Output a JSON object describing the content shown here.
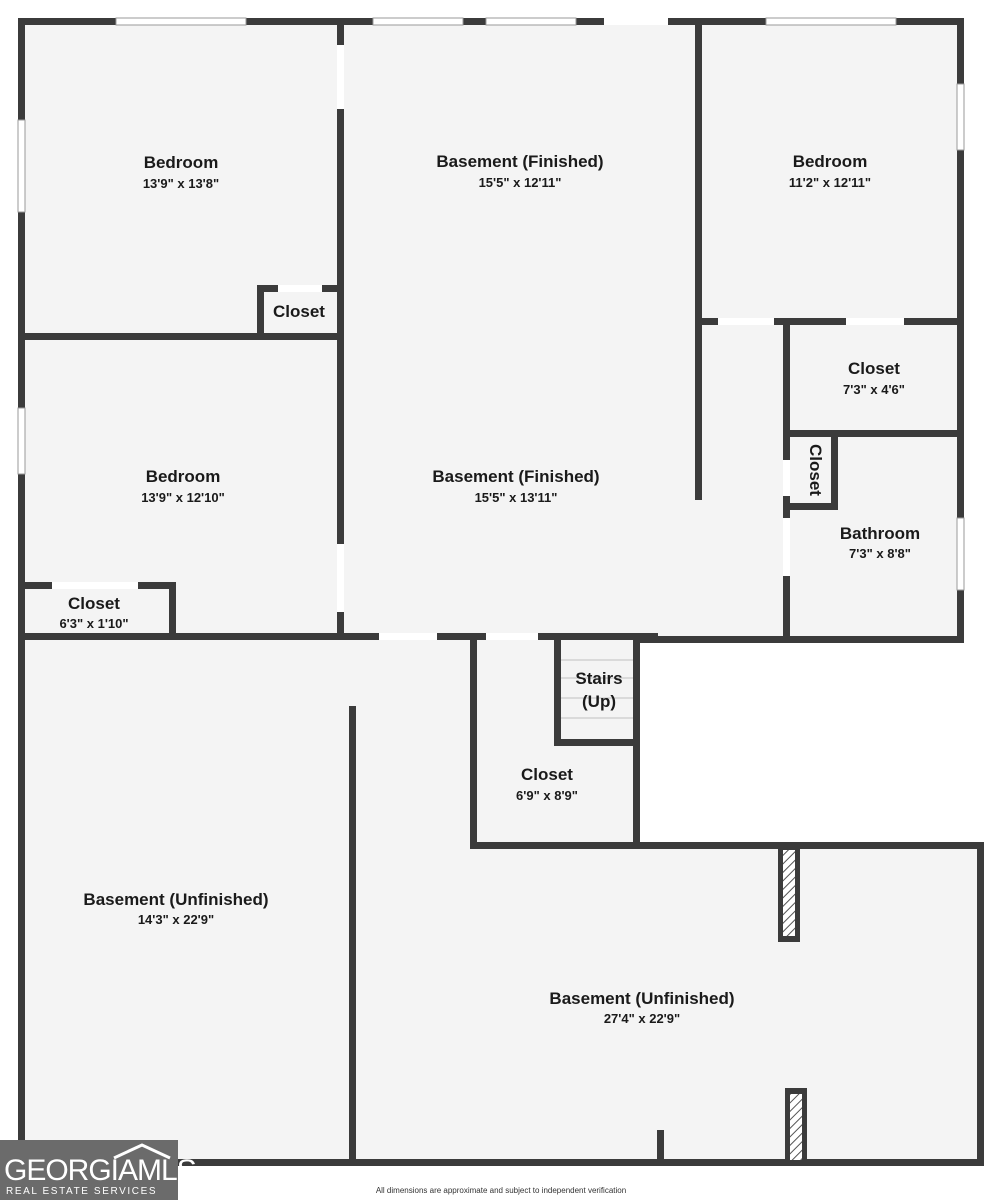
{
  "rooms": [
    {
      "name": "Bedroom",
      "dims": "13'9\" x 13'8\""
    },
    {
      "name": "Basement (Finished)",
      "dims": "15'5\" x 12'11\""
    },
    {
      "name": "Bedroom",
      "dims": "11'2\" x 12'11\""
    },
    {
      "name": "Closet",
      "dims": ""
    },
    {
      "name": "Closet",
      "dims": "7'3\" x 4'6\""
    },
    {
      "name": "Bedroom",
      "dims": "13'9\" x 12'10\""
    },
    {
      "name": "Basement (Finished)",
      "dims": "15'5\" x 13'11\""
    },
    {
      "name": "Closet",
      "dims": ""
    },
    {
      "name": "Bathroom",
      "dims": "7'3\" x 8'8\""
    },
    {
      "name": "Closet",
      "dims": "6'3\" x 1'10\""
    },
    {
      "name": "Stairs",
      "dims": "(Up)"
    },
    {
      "name": "Closet",
      "dims": "6'9\" x 8'9\""
    },
    {
      "name": "Basement (Unfinished)",
      "dims": "14'3\" x 22'9\""
    },
    {
      "name": "Basement (Unfinished)",
      "dims": "27'4\" x 22'9\""
    }
  ],
  "logo": {
    "brand": "GEORGIAMLS",
    "tagline": "REAL ESTATE SERVICES"
  },
  "disclaimer": "All dimensions are approximate and subject to independent verification"
}
